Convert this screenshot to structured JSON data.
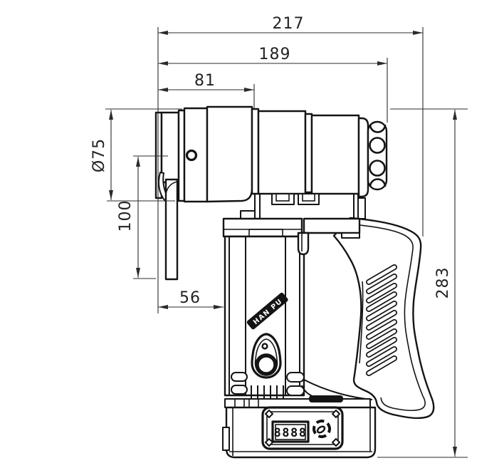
{
  "drawing": {
    "subject": "electric-torque-wrench-side-view-dimensioned-drawing",
    "line_color": "#141414",
    "background": "#ffffff",
    "dimensions": {
      "overall_length": "217",
      "housing_length": "189",
      "front_section_length": "81",
      "front_diameter": "Ø75",
      "reaction_arm_length": "100",
      "front_to_grip": "56",
      "overall_height": "283"
    },
    "labels": {
      "brand_banner": "HAN PU",
      "counter_digits": "8888"
    }
  }
}
